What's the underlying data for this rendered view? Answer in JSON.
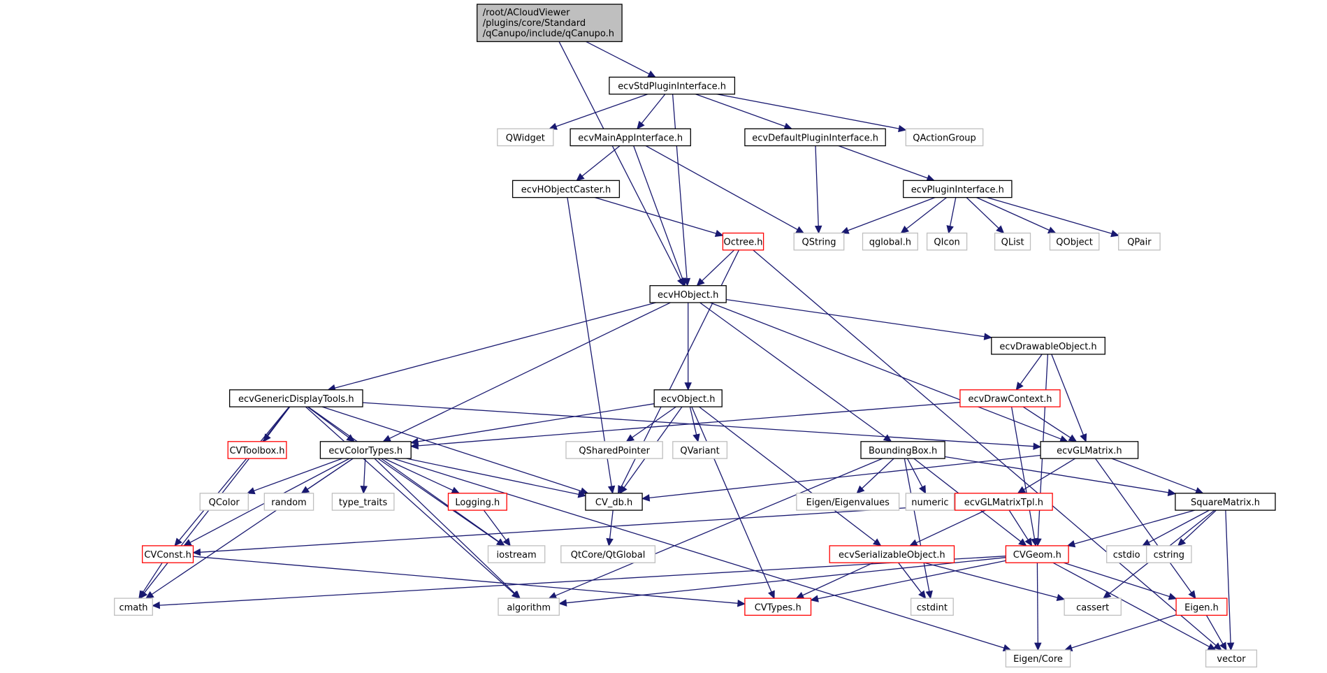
{
  "title": "Include dependency graph for qCanupo.h",
  "colors": {
    "edge": "#191970",
    "root_fill": "#bfbfbf",
    "root_border": "#000000",
    "documented_border": "#000000",
    "truncated_border": "#ff0000",
    "external_border": "#bfbfbf"
  },
  "nodes": [
    {
      "id": "root",
      "label": [
        "/root/ACloudViewer",
        "/plugins/core/Standard",
        "/qCanupo/include/qCanupo.h"
      ],
      "kind": "root"
    },
    {
      "id": "stdplugin",
      "label": [
        "ecvStdPluginInterface.h"
      ],
      "kind": "documented"
    },
    {
      "id": "qwidget",
      "label": [
        "QWidget"
      ],
      "kind": "external"
    },
    {
      "id": "mainapp",
      "label": [
        "ecvMainAppInterface.h"
      ],
      "kind": "documented"
    },
    {
      "id": "defplugin",
      "label": [
        "ecvDefaultPluginInterface.h"
      ],
      "kind": "documented"
    },
    {
      "id": "qactiongroup",
      "label": [
        "QActionGroup"
      ],
      "kind": "external"
    },
    {
      "id": "hobjcaster",
      "label": [
        "ecvHObjectCaster.h"
      ],
      "kind": "documented"
    },
    {
      "id": "plugin",
      "label": [
        "ecvPluginInterface.h"
      ],
      "kind": "documented"
    },
    {
      "id": "octree",
      "label": [
        "Octree.h"
      ],
      "kind": "truncated"
    },
    {
      "id": "qstring",
      "label": [
        "QString"
      ],
      "kind": "external"
    },
    {
      "id": "qglobal",
      "label": [
        "qglobal.h"
      ],
      "kind": "external"
    },
    {
      "id": "qicon",
      "label": [
        "QIcon"
      ],
      "kind": "external"
    },
    {
      "id": "qlist",
      "label": [
        "QList"
      ],
      "kind": "external"
    },
    {
      "id": "qobject",
      "label": [
        "QObject"
      ],
      "kind": "external"
    },
    {
      "id": "qpair",
      "label": [
        "QPair"
      ],
      "kind": "external"
    },
    {
      "id": "hobject",
      "label": [
        "ecvHObject.h"
      ],
      "kind": "documented"
    },
    {
      "id": "drawable",
      "label": [
        "ecvDrawableObject.h"
      ],
      "kind": "documented"
    },
    {
      "id": "gendisplay",
      "label": [
        "ecvGenericDisplayTools.h"
      ],
      "kind": "documented"
    },
    {
      "id": "object",
      "label": [
        "ecvObject.h"
      ],
      "kind": "documented"
    },
    {
      "id": "drawctx",
      "label": [
        "ecvDrawContext.h"
      ],
      "kind": "truncated"
    },
    {
      "id": "cvtoolbox",
      "label": [
        "CVToolbox.h"
      ],
      "kind": "truncated"
    },
    {
      "id": "colortypes",
      "label": [
        "ecvColorTypes.h"
      ],
      "kind": "documented"
    },
    {
      "id": "qsharedptr",
      "label": [
        "QSharedPointer"
      ],
      "kind": "external"
    },
    {
      "id": "qvariant",
      "label": [
        "QVariant"
      ],
      "kind": "external"
    },
    {
      "id": "bbox",
      "label": [
        "BoundingBox.h"
      ],
      "kind": "documented"
    },
    {
      "id": "glmatrix",
      "label": [
        "ecvGLMatrix.h"
      ],
      "kind": "documented"
    },
    {
      "id": "qcolor",
      "label": [
        "QColor"
      ],
      "kind": "external"
    },
    {
      "id": "random",
      "label": [
        "random"
      ],
      "kind": "external"
    },
    {
      "id": "typetraits",
      "label": [
        "type_traits"
      ],
      "kind": "external"
    },
    {
      "id": "logging",
      "label": [
        "Logging.h"
      ],
      "kind": "truncated"
    },
    {
      "id": "cvdb",
      "label": [
        "CV_db.h"
      ],
      "kind": "documented"
    },
    {
      "id": "eigenvalues",
      "label": [
        "Eigen/Eigenvalues"
      ],
      "kind": "external"
    },
    {
      "id": "numeric",
      "label": [
        "numeric"
      ],
      "kind": "external"
    },
    {
      "id": "glmatrixtpl",
      "label": [
        "ecvGLMatrixTpl.h"
      ],
      "kind": "truncated"
    },
    {
      "id": "squarematrix",
      "label": [
        "SquareMatrix.h"
      ],
      "kind": "documented"
    },
    {
      "id": "cvconst",
      "label": [
        "CVConst.h"
      ],
      "kind": "truncated"
    },
    {
      "id": "iostream",
      "label": [
        "iostream"
      ],
      "kind": "external"
    },
    {
      "id": "qtglobal",
      "label": [
        "QtCore/QtGlobal"
      ],
      "kind": "external"
    },
    {
      "id": "serializable",
      "label": [
        "ecvSerializableObject.h"
      ],
      "kind": "truncated"
    },
    {
      "id": "cvgeom",
      "label": [
        "CVGeom.h"
      ],
      "kind": "truncated"
    },
    {
      "id": "cstdio",
      "label": [
        "cstdio"
      ],
      "kind": "external"
    },
    {
      "id": "cstring",
      "label": [
        "cstring"
      ],
      "kind": "external"
    },
    {
      "id": "cmath",
      "label": [
        "cmath"
      ],
      "kind": "external"
    },
    {
      "id": "algorithm",
      "label": [
        "algorithm"
      ],
      "kind": "external"
    },
    {
      "id": "cvtypes",
      "label": [
        "CVTypes.h"
      ],
      "kind": "truncated"
    },
    {
      "id": "cstdint",
      "label": [
        "cstdint"
      ],
      "kind": "external"
    },
    {
      "id": "cassert",
      "label": [
        "cassert"
      ],
      "kind": "external"
    },
    {
      "id": "eigenh",
      "label": [
        "Eigen.h"
      ],
      "kind": "truncated"
    },
    {
      "id": "eigencore",
      "label": [
        "Eigen/Core"
      ],
      "kind": "external"
    },
    {
      "id": "vector",
      "label": [
        "vector"
      ],
      "kind": "external"
    }
  ],
  "edges": [
    [
      "root",
      "stdplugin"
    ],
    [
      "root",
      "hobject"
    ],
    [
      "stdplugin",
      "qwidget"
    ],
    [
      "stdplugin",
      "mainapp"
    ],
    [
      "stdplugin",
      "defplugin"
    ],
    [
      "stdplugin",
      "qactiongroup"
    ],
    [
      "stdplugin",
      "hobject"
    ],
    [
      "mainapp",
      "hobjcaster"
    ],
    [
      "mainapp",
      "qstring"
    ],
    [
      "mainapp",
      "hobject"
    ],
    [
      "defplugin",
      "qstring"
    ],
    [
      "defplugin",
      "plugin"
    ],
    [
      "plugin",
      "qstring"
    ],
    [
      "plugin",
      "qglobal"
    ],
    [
      "plugin",
      "qicon"
    ],
    [
      "plugin",
      "qlist"
    ],
    [
      "plugin",
      "qobject"
    ],
    [
      "plugin",
      "qpair"
    ],
    [
      "hobjcaster",
      "octree"
    ],
    [
      "hobjcaster",
      "cvdb"
    ],
    [
      "octree",
      "hobject"
    ],
    [
      "octree",
      "cvdb"
    ],
    [
      "octree",
      "vector"
    ],
    [
      "hobject",
      "gendisplay"
    ],
    [
      "hobject",
      "colortypes"
    ],
    [
      "hobject",
      "object"
    ],
    [
      "hobject",
      "bbox"
    ],
    [
      "hobject",
      "drawable"
    ],
    [
      "hobject",
      "glmatrix"
    ],
    [
      "drawable",
      "drawctx"
    ],
    [
      "drawable",
      "glmatrix"
    ],
    [
      "drawable",
      "cvgeom"
    ],
    [
      "drawctx",
      "colortypes"
    ],
    [
      "drawctx",
      "glmatrix"
    ],
    [
      "drawctx",
      "cvgeom"
    ],
    [
      "gendisplay",
      "cvtoolbox"
    ],
    [
      "gendisplay",
      "colortypes"
    ],
    [
      "gendisplay",
      "cvdb"
    ],
    [
      "gendisplay",
      "glmatrix"
    ],
    [
      "gendisplay",
      "cmath"
    ],
    [
      "gendisplay",
      "cvconst"
    ],
    [
      "gendisplay",
      "algorithm"
    ],
    [
      "gendisplay",
      "iostream"
    ],
    [
      "object",
      "colortypes"
    ],
    [
      "object",
      "cvdb"
    ],
    [
      "object",
      "qsharedptr"
    ],
    [
      "object",
      "qvariant"
    ],
    [
      "object",
      "cvtypes"
    ],
    [
      "object",
      "serializable"
    ],
    [
      "colortypes",
      "qcolor"
    ],
    [
      "colortypes",
      "random"
    ],
    [
      "colortypes",
      "typetraits"
    ],
    [
      "colortypes",
      "logging"
    ],
    [
      "colortypes",
      "cvdb"
    ],
    [
      "colortypes",
      "cvconst"
    ],
    [
      "colortypes",
      "cmath"
    ],
    [
      "colortypes",
      "algorithm"
    ],
    [
      "colortypes",
      "iostream"
    ],
    [
      "colortypes",
      "eigencore"
    ],
    [
      "logging",
      "iostream"
    ],
    [
      "cvdb",
      "qtglobal"
    ],
    [
      "bbox",
      "eigenvalues"
    ],
    [
      "bbox",
      "numeric"
    ],
    [
      "bbox",
      "squarematrix"
    ],
    [
      "bbox",
      "cvgeom"
    ],
    [
      "bbox",
      "algorithm"
    ],
    [
      "bbox",
      "cstdint"
    ],
    [
      "glmatrix",
      "glmatrixtpl"
    ],
    [
      "glmatrix",
      "squarematrix"
    ],
    [
      "glmatrix",
      "cvdb"
    ],
    [
      "glmatrix",
      "eigenh"
    ],
    [
      "glmatrixtpl",
      "cvconst"
    ],
    [
      "glmatrixtpl",
      "cvgeom"
    ],
    [
      "glmatrixtpl",
      "serializable"
    ],
    [
      "squarematrix",
      "cvgeom"
    ],
    [
      "squarematrix",
      "cstdio"
    ],
    [
      "squarematrix",
      "cstring"
    ],
    [
      "squarematrix",
      "cassert"
    ],
    [
      "squarematrix",
      "vector"
    ],
    [
      "cvconst",
      "cmath"
    ],
    [
      "cvconst",
      "cvtypes"
    ],
    [
      "serializable",
      "cvtypes"
    ],
    [
      "serializable",
      "cstdint"
    ],
    [
      "serializable",
      "cassert"
    ],
    [
      "cvgeom",
      "cvtypes"
    ],
    [
      "cvgeom",
      "cmath"
    ],
    [
      "cvgeom",
      "algorithm"
    ],
    [
      "cvgeom",
      "eigenh"
    ],
    [
      "cvgeom",
      "eigencore"
    ],
    [
      "cvgeom",
      "vector"
    ],
    [
      "eigenh",
      "eigencore"
    ],
    [
      "eigenh",
      "vector"
    ]
  ]
}
